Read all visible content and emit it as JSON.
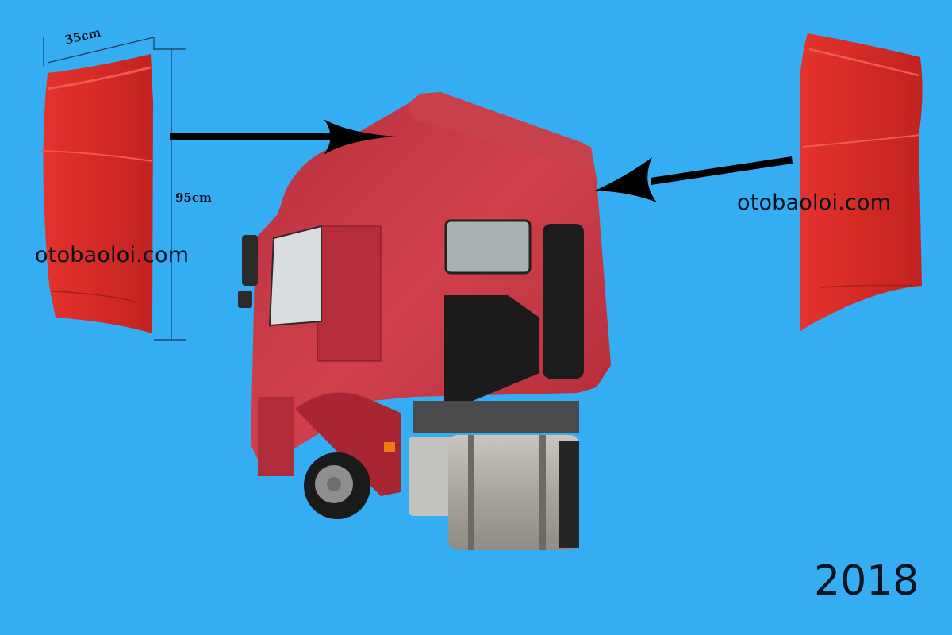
{
  "image": {
    "background_color": "#35adf2",
    "panel_color": "#d42a26",
    "truck_color": "#c0323f",
    "arrow_color": "#000000"
  },
  "left_panel": {
    "width_label": "35cm",
    "height_label": "95cm",
    "watermark": "otobaoloi.com"
  },
  "right_panel": {
    "watermark": "otobaoloi.com"
  },
  "year_label": "2018"
}
